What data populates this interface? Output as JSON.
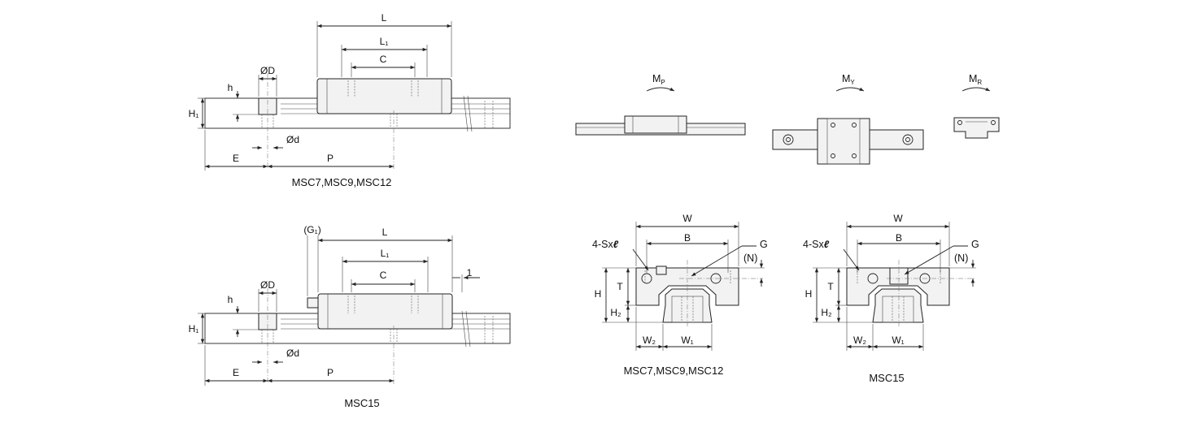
{
  "drawings": {
    "side_view_top": {
      "caption": "MSC7,MSC9,MSC12",
      "dims": {
        "L": "L",
        "L1": "L₁",
        "C": "C",
        "D": "ØD",
        "h": "h",
        "H1": "H₁",
        "d": "Ød",
        "E": "E",
        "P": "P"
      }
    },
    "side_view_bottom": {
      "caption": "MSC15",
      "dims": {
        "G1": "(G₁)",
        "L": "L",
        "L1": "L₁",
        "C": "C",
        "one": "1",
        "D": "ØD",
        "h": "h",
        "H1": "H₁",
        "d": "Ød",
        "E": "E",
        "P": "P"
      }
    },
    "moments": {
      "pitch": "M",
      "pitch_sub": "P",
      "yaw": "M",
      "yaw_sub": "Y",
      "roll": "M",
      "roll_sub": "R"
    },
    "front_view_left": {
      "caption": "MSC7,MSC9,MSC12",
      "dims": {
        "W": "W",
        "B": "B",
        "screw": "4-Sx",
        "ell": "ℓ",
        "G": "G",
        "N": "(N)",
        "H": "H",
        "T": "T",
        "H2": "H₂",
        "W2": "W₂",
        "W1": "W₁"
      }
    },
    "front_view_right": {
      "caption": "MSC15",
      "dims": {
        "W": "W",
        "B": "B",
        "screw": "4-Sx",
        "ell": "ℓ",
        "G": "G",
        "N": "(N)",
        "H": "H",
        "T": "T",
        "H2": "H₂",
        "W2": "W₂",
        "W1": "W₁"
      }
    }
  }
}
